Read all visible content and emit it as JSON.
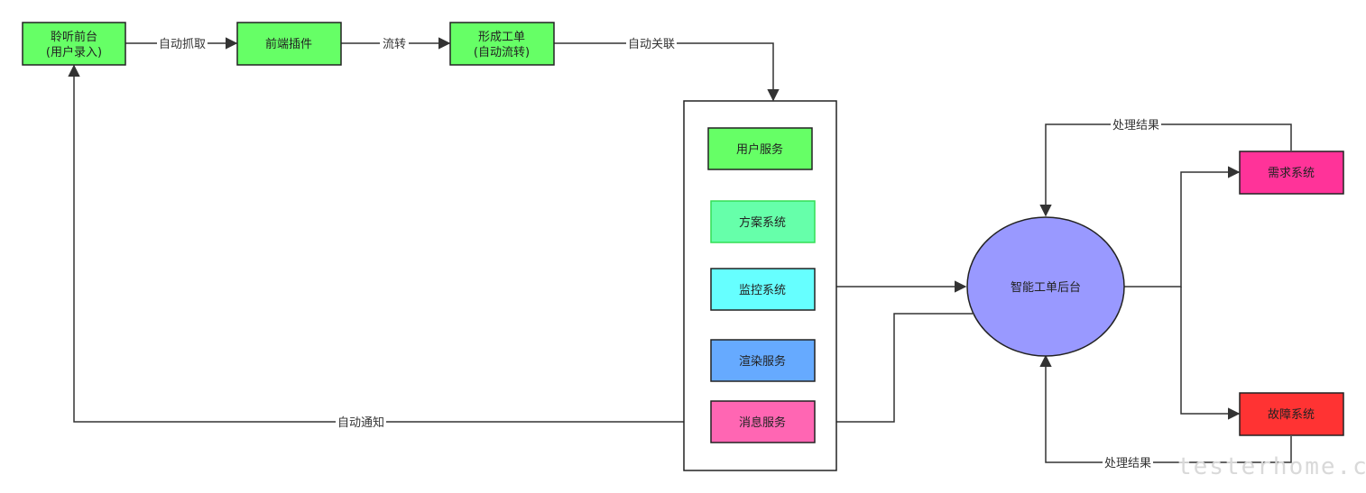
{
  "nodes": {
    "listen_front": {
      "line1": "聆听前台",
      "line2": "(用户录入)",
      "color": "#66ff66"
    },
    "frontend_plugin": {
      "label": "前端插件",
      "color": "#66ff66"
    },
    "form_ticket": {
      "line1": "形成工单",
      "line2": "(自动流转)",
      "color": "#66ff66"
    },
    "user_service": {
      "label": "用户服务",
      "color": "#66ff66"
    },
    "plan_system": {
      "label": "方案系统",
      "color": "#66ffaa"
    },
    "monitor_system": {
      "label": "监控系统",
      "color": "#66ffff"
    },
    "render_service": {
      "label": "渲染服务",
      "color": "#66aaff"
    },
    "message_service": {
      "label": "消息服务",
      "color": "#ff66b3"
    },
    "smart_backend": {
      "label": "智能工单后台",
      "color": "#9999ff"
    },
    "demand_system": {
      "label": "需求系统",
      "color": "#ff3399"
    },
    "fault_system": {
      "label": "故障系统",
      "color": "#ff3333"
    }
  },
  "edges": {
    "auto_capture": "自动抓取",
    "flow": "流转",
    "auto_link": "自动关联",
    "auto_notify": "自动通知",
    "result_top": "处理结果",
    "result_bottom": "处理结果"
  },
  "watermark": "testerhome.com"
}
